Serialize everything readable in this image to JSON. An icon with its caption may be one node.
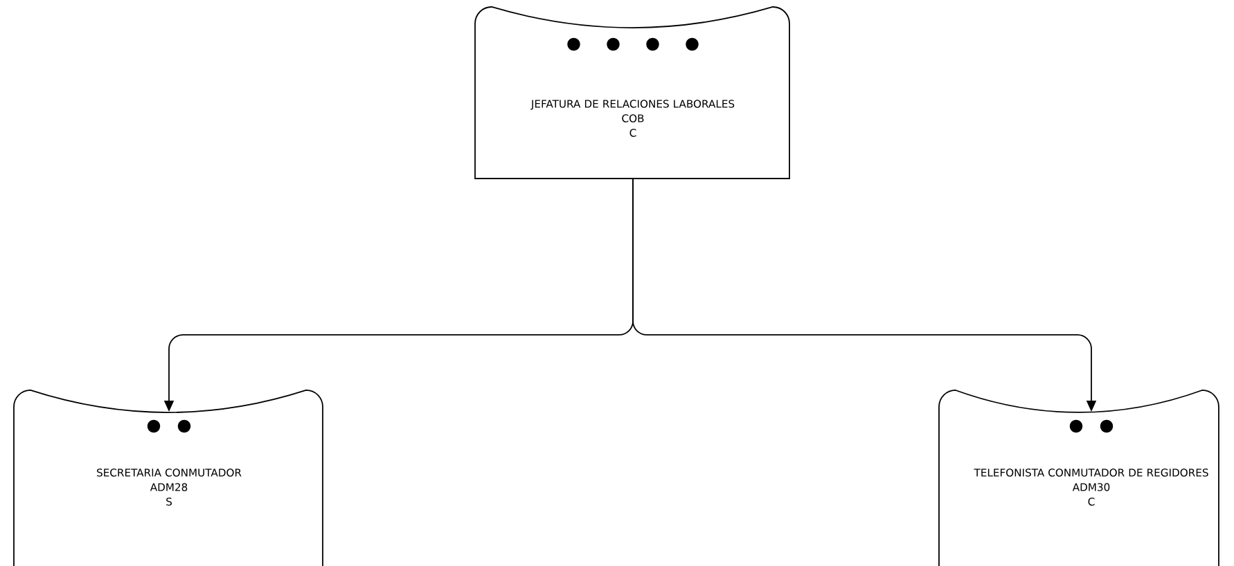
{
  "diagram": {
    "nodes": [
      {
        "text": [
          "JEFATURA DE RELACIONES LABORALES",
          "COB",
          "C"
        ]
      },
      {
        "text": [
          "SECRETARIA CONMUTADOR",
          "ADM28",
          "S"
        ]
      },
      {
        "text": [
          "TELEFONISTA CONMUTADOR DE REGIDORES",
          "ADM30",
          "C"
        ]
      }
    ],
    "edges": [
      {
        "from": 0,
        "to": 1,
        "arrow": "to"
      },
      {
        "from": 0,
        "to": 2,
        "arrow": "to"
      }
    ]
  }
}
